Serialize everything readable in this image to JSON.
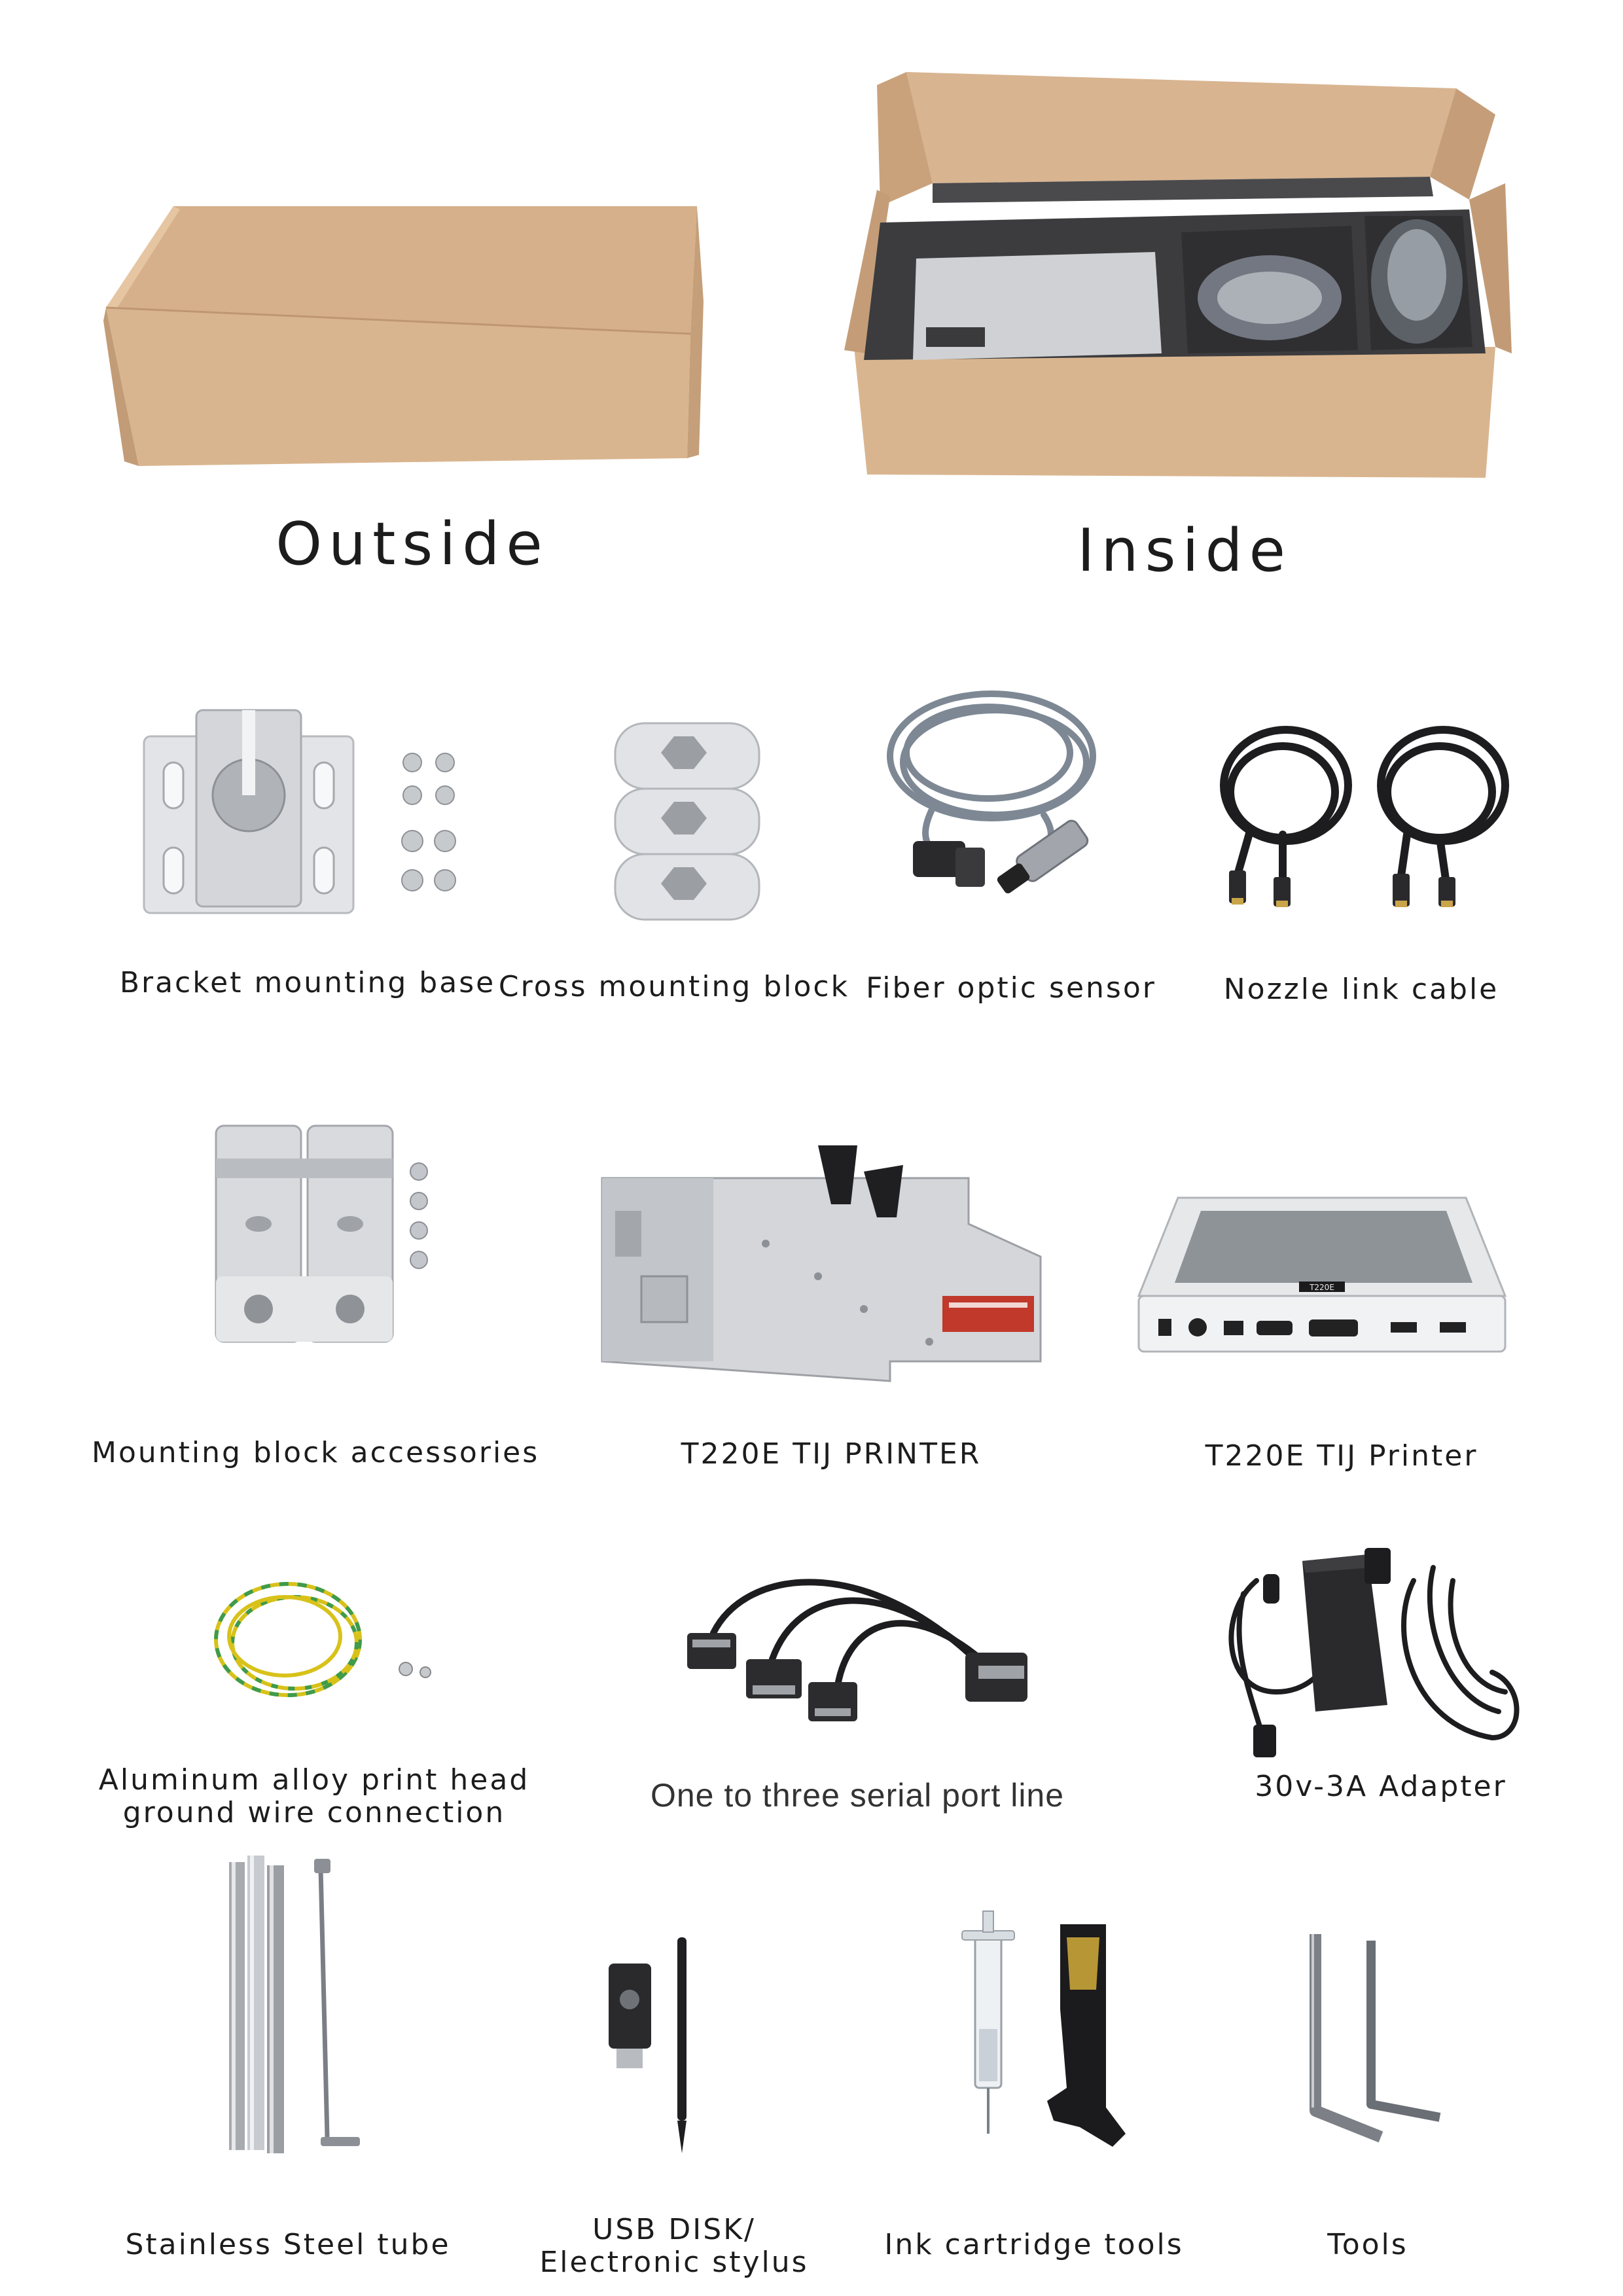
{
  "header": {
    "outside_label": "Outside",
    "inside_label": "Inside"
  },
  "items": [
    {
      "label": "Bracket mounting base"
    },
    {
      "label": "Cross mounting block"
    },
    {
      "label": "Fiber optic sensor"
    },
    {
      "label": "Nozzle link cable"
    },
    {
      "label": "Mounting block accessories"
    },
    {
      "label": "T220E TIJ PRINTER"
    },
    {
      "label": "T220E TIJ Printer",
      "screen_text": "T220E"
    },
    {
      "label_line1": "Aluminum alloy print head",
      "label_line2": "ground wire connection"
    },
    {
      "label": "One to three serial port line"
    },
    {
      "label": "30v-3A Adapter"
    },
    {
      "label": "Stainless Steel tube"
    },
    {
      "label_line1": "USB DISK/",
      "label_line2": "Electronic stylus"
    },
    {
      "label": "Ink cartridge tools"
    },
    {
      "label": "Tools"
    }
  ],
  "colors": {
    "cardboard": "#d8b38f",
    "cardboard_dark": "#c39b76",
    "foam": "#3d3d40",
    "aluminum": "#d9dbde",
    "aluminum_dark": "#a9acb1",
    "cable_gray": "#7d8894",
    "cable_black": "#1d1d1f",
    "wire_yellow": "#d8c21a",
    "wire_green": "#3f9b4b",
    "text": "#1c1c1c"
  }
}
